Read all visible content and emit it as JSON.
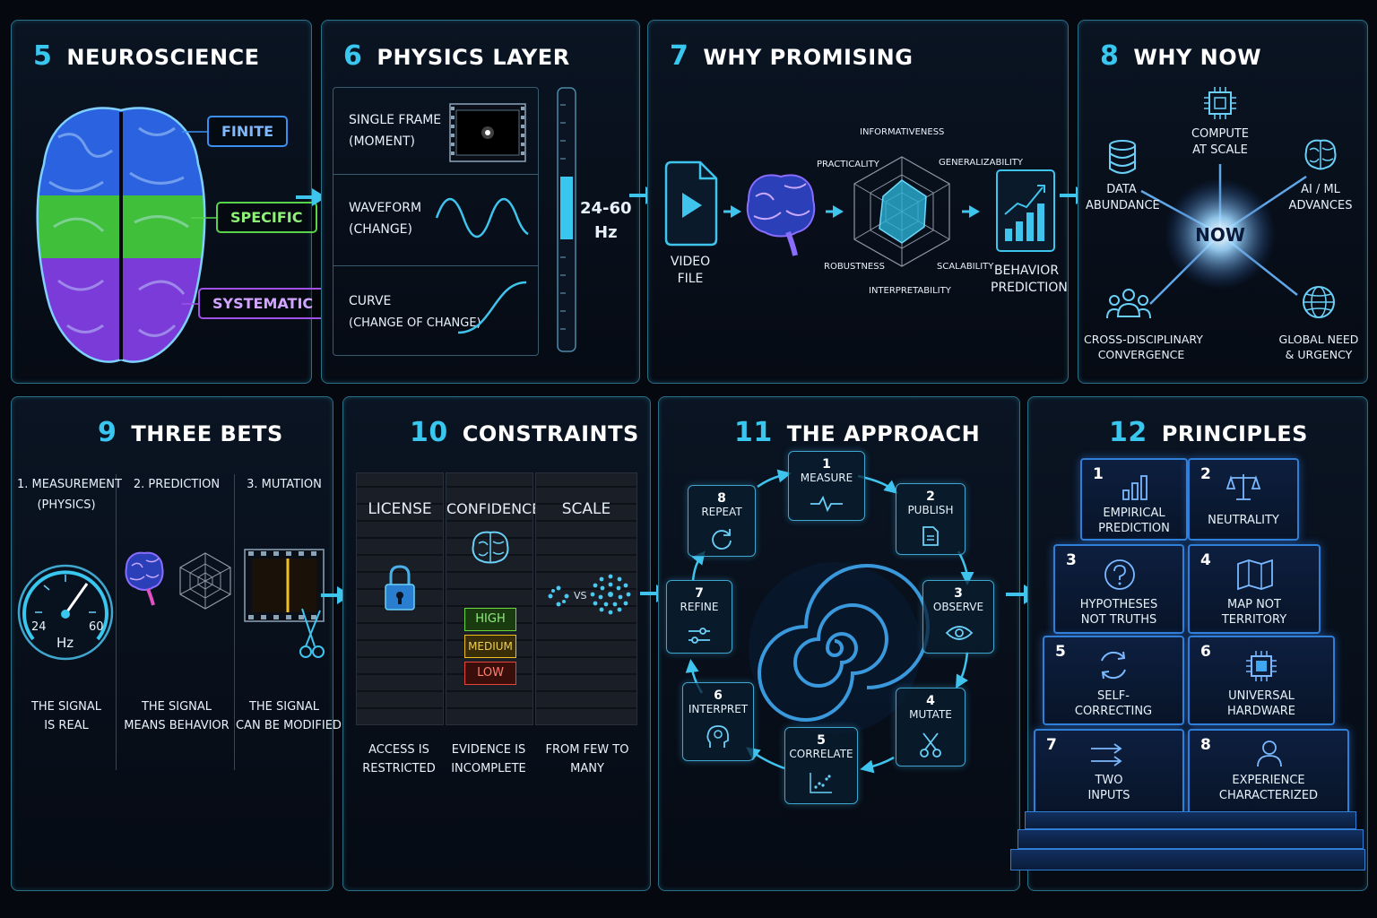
{
  "panel5": {
    "num": "5",
    "title": "NEUROSCIENCE",
    "tags": [
      "FINITE",
      "SPECIFIC",
      "SYSTEMATIC"
    ]
  },
  "panel6": {
    "num": "6",
    "title": "PHYSICS LAYER",
    "rows": [
      {
        "l1": "SINGLE FRAME",
        "l2": "(MOMENT)"
      },
      {
        "l1": "WAVEFORM",
        "l2": "(CHANGE)"
      },
      {
        "l1": "CURVE",
        "l2": "(CHANGE OF CHANGE)"
      }
    ],
    "rate_l1": "24-60",
    "rate_l2": "Hz"
  },
  "panel7": {
    "num": "7",
    "title": "WHY PROMISING",
    "video_l1": "VIDEO",
    "video_l2": "FILE",
    "radar": [
      "INFORMATIVENESS",
      "GENERALIZABILITY",
      "SCALABILITY",
      "INTERPRETABILITY",
      "ROBUSTNESS",
      "PRACTICALITY"
    ],
    "out_l1": "BEHAVIOR",
    "out_l2": "PREDICTION"
  },
  "panel8": {
    "num": "8",
    "title": "WHY NOW",
    "center": "NOW",
    "nodes": [
      {
        "l1": "COMPUTE",
        "l2": "AT SCALE"
      },
      {
        "l1": "DATA",
        "l2": "ABUNDANCE"
      },
      {
        "l1": "AI / ML",
        "l2": "ADVANCES"
      },
      {
        "l1": "CROSS-DISCIPLINARY",
        "l2": "CONVERGENCE"
      },
      {
        "l1": "GLOBAL NEED",
        "l2": "& URGENCY"
      }
    ]
  },
  "panel9": {
    "num": "9",
    "title": "THREE BETS",
    "cols": [
      {
        "h1": "1. MEASUREMENT",
        "h2": "(PHYSICS)",
        "f1": "THE SIGNAL",
        "f2": "IS REAL"
      },
      {
        "h1": "2. PREDICTION",
        "h2": "",
        "f1": "THE SIGNAL",
        "f2": "MEANS BEHAVIOR"
      },
      {
        "h1": "3. MUTATION",
        "h2": "",
        "f1": "THE SIGNAL",
        "f2": "CAN BE MODIFIED"
      }
    ],
    "gauge_min": "24",
    "gauge_max": "60",
    "gauge_unit": "Hz"
  },
  "panel10": {
    "num": "10",
    "title": "CONSTRAINTS",
    "walls": [
      {
        "label": "LICENSE",
        "f1": "ACCESS IS",
        "f2": "RESTRICTED"
      },
      {
        "label": "CONFIDENCE",
        "f1": "EVIDENCE IS",
        "f2": "INCOMPLETE"
      },
      {
        "label": "SCALE",
        "f1": "FROM FEW TO",
        "f2": "MANY"
      }
    ],
    "levels": [
      "HIGH",
      "MEDIUM",
      "LOW"
    ],
    "vs": "VS"
  },
  "panel11": {
    "num": "11",
    "title": "THE APPROACH",
    "steps": [
      {
        "n": "1",
        "t": "MEASURE"
      },
      {
        "n": "2",
        "t": "PUBLISH"
      },
      {
        "n": "3",
        "t": "OBSERVE"
      },
      {
        "n": "4",
        "t": "MUTATE"
      },
      {
        "n": "5",
        "t": "CORRELATE"
      },
      {
        "n": "6",
        "t": "INTERPRET"
      },
      {
        "n": "7",
        "t": "REFINE"
      },
      {
        "n": "8",
        "t": "REPEAT"
      }
    ]
  },
  "panel12": {
    "num": "12",
    "title": "PRINCIPLES",
    "items": [
      {
        "n": "1",
        "l1": "EMPIRICAL",
        "l2": "PREDICTION"
      },
      {
        "n": "2",
        "l1": "NEUTRALITY",
        "l2": ""
      },
      {
        "n": "3",
        "l1": "HYPOTHESES",
        "l2": "NOT TRUTHS"
      },
      {
        "n": "4",
        "l1": "MAP NOT",
        "l2": "TERRITORY"
      },
      {
        "n": "5",
        "l1": "SELF-",
        "l2": "CORRECTING"
      },
      {
        "n": "6",
        "l1": "UNIVERSAL",
        "l2": "HARDWARE"
      },
      {
        "n": "7",
        "l1": "TWO",
        "l2": "INPUTS"
      },
      {
        "n": "8",
        "l1": "EXPERIENCE",
        "l2": "CHARACTERIZED"
      }
    ]
  },
  "colors": {
    "accent": "#39c6ef",
    "finite": "#3a8ff0",
    "specific": "#59d44a",
    "systematic": "#a052e8",
    "high": "#6cd63a",
    "medium": "#f0c020",
    "low": "#e8453a"
  }
}
